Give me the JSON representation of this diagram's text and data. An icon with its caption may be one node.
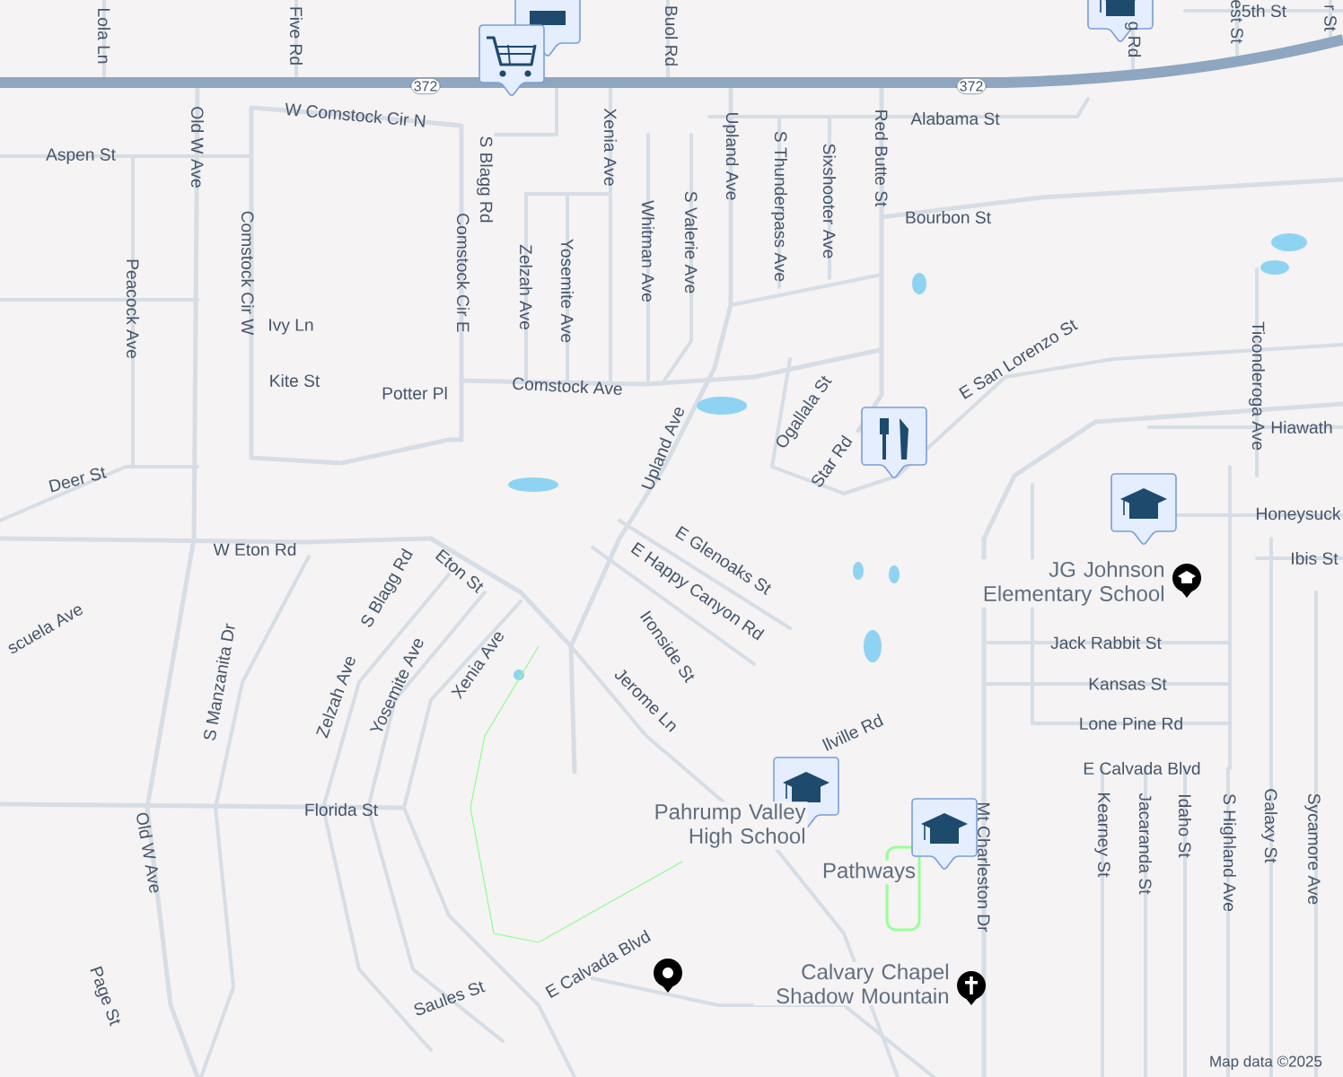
{
  "diagram": {
    "labels": [
      "Lola Ln",
      "Five Rd",
      "Buol Rd",
      "g Rd",
      "est St",
      "5th St",
      "r St",
      "372",
      "372",
      "W Comstock Cir N",
      "Alabama St",
      "Aspen St",
      "Old W Ave",
      "S Blagg Rd",
      "Xenia Ave",
      "Upland Ave",
      "Red Butte St",
      "Whitman Ave",
      "S Valerie Ave",
      "S Thunderpass Ave",
      "Sixshooter Ave",
      "Bourbon St",
      "Peacock Ave",
      "Comstock Cir W",
      "Comstock Cir E",
      "Zelzah Ave",
      "Yosemite Ave",
      "Ivy Ln",
      "Kite St",
      "Potter Pl",
      "Comstock Ave",
      "E San Lorenzo St",
      "Ticonderoga Ave",
      "Ogallala St",
      "Star Rd",
      "Hiawath",
      "Upland Ave",
      "Deer St",
      "Honeysuck",
      "W Eton Rd",
      "Eton St",
      "E Glenoaks St",
      "E Happy Canyon Rd",
      "Ibis St",
      "JG Johnson Elementary School",
      "scuela Ave",
      "S Blagg Rd",
      "Ironside St",
      "Jack Rabbit St",
      "Zelzah Ave",
      "Yosemite Ave",
      "Xenia Ave",
      "S Manzanita Dr",
      "Kansas St",
      "Jerome Ln",
      "llville Rd",
      "Lone Pine Rd",
      "E Calvada Blvd",
      "Florida St",
      "Pahrump Valley High School",
      "Old W Ave",
      "Pathways",
      "Mt Charleston Dr",
      "Kearney St",
      "Jacaranda St",
      "Idaho St",
      "S Highland Ave",
      "Galaxy St",
      "Sycamore Ave",
      "E Calvada Blvd",
      "Saules St",
      "Page St",
      "Calvary Chapel Shadow Mountain",
      "Map data ©2025"
    ]
  }
}
